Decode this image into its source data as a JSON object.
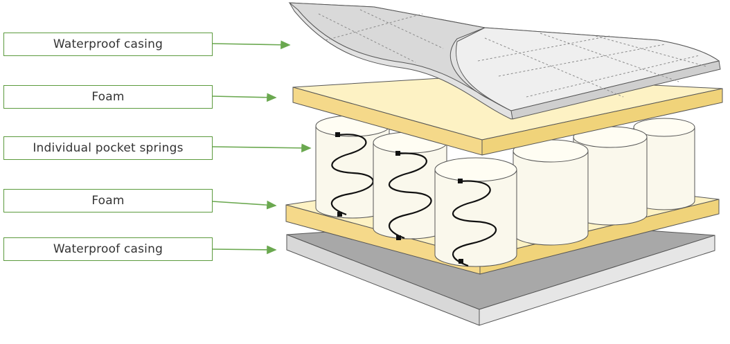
{
  "labels": [
    {
      "id": "top-casing",
      "text": "Waterproof casing"
    },
    {
      "id": "top-foam",
      "text": "Foam"
    },
    {
      "id": "springs",
      "text": "Individual pocket springs"
    },
    {
      "id": "bottom-foam",
      "text": "Foam"
    },
    {
      "id": "bottom-casing",
      "text": "Waterproof casing"
    }
  ],
  "colors": {
    "label_border": "#5b9a3c",
    "arrow": "#6aa84f",
    "foam_top": "#fdf2c4",
    "foam_side": "#f5d98a",
    "casing_light": "#ececec",
    "casing_dark": "#9e9e9e",
    "pocket_fabric": "#faf8ec",
    "spring_wire": "#111111"
  }
}
